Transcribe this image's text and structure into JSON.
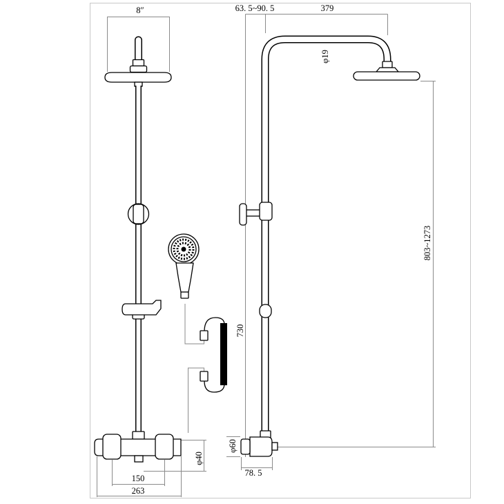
{
  "front_view": {
    "head_size": "8″",
    "knob_spacing": "150",
    "valve_width": "263",
    "outlet_diameter": "φ40"
  },
  "side_view": {
    "wall_offset": "63. 5~90. 5",
    "arm_reach": "379",
    "arm_diameter": "φ19",
    "height_range": "803~1273",
    "riser_length": "730",
    "valve_diameter": "φ60",
    "valve_depth": "78. 5"
  }
}
